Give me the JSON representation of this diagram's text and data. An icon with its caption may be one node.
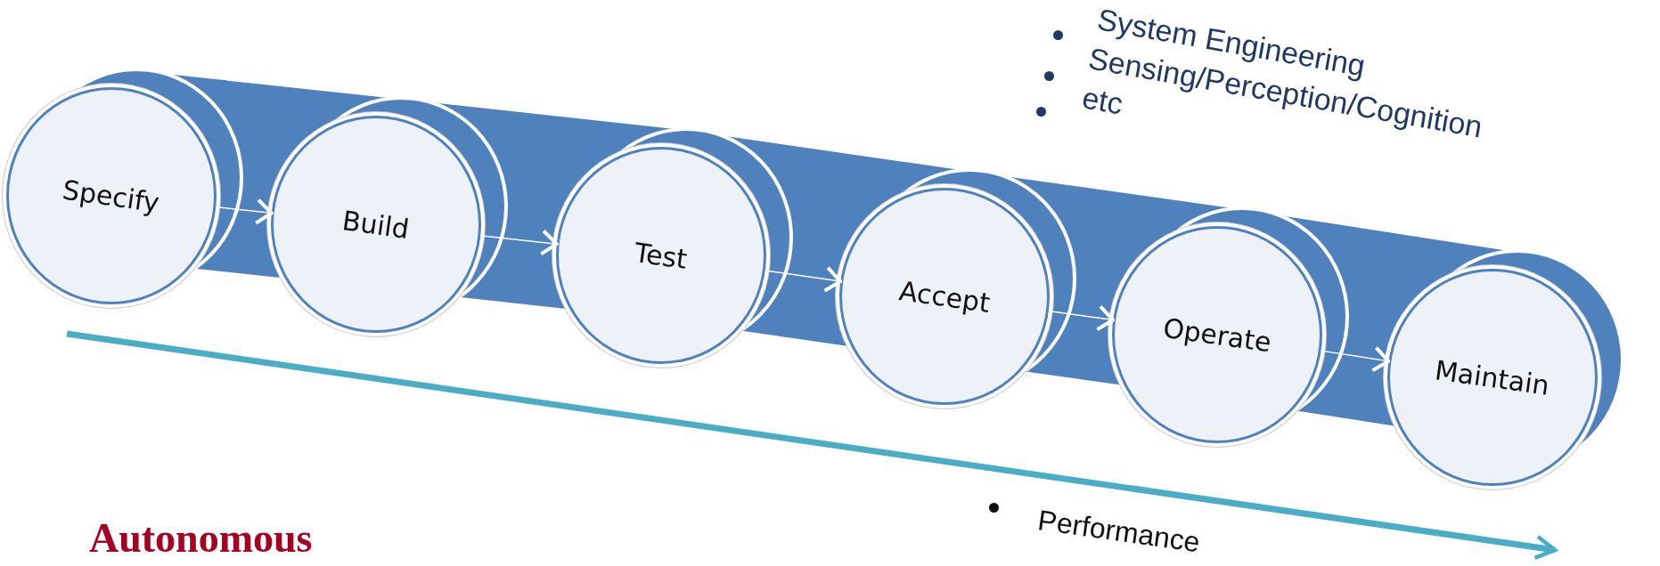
{
  "diagram": {
    "nodes": [
      {
        "text": [
          "Specify"
        ]
      },
      {
        "text": [
          "Build"
        ]
      },
      {
        "text": [
          "Test"
        ]
      },
      {
        "text": [
          "Accept"
        ]
      },
      {
        "text": [
          "Operate"
        ]
      },
      {
        "text": [
          "Maintain"
        ]
      }
    ],
    "edges": [
      {
        "from": 0,
        "to": 1,
        "arrow": "to"
      },
      {
        "from": 1,
        "to": 2,
        "arrow": "to"
      },
      {
        "from": 2,
        "to": 3,
        "arrow": "to"
      },
      {
        "from": 3,
        "to": 4,
        "arrow": "to"
      },
      {
        "from": 4,
        "to": 5,
        "arrow": "to"
      }
    ],
    "labels": [
      "System Engineering",
      "Sensing/Perception/Cognition",
      "etc",
      "Performance",
      "Autonomous"
    ]
  }
}
